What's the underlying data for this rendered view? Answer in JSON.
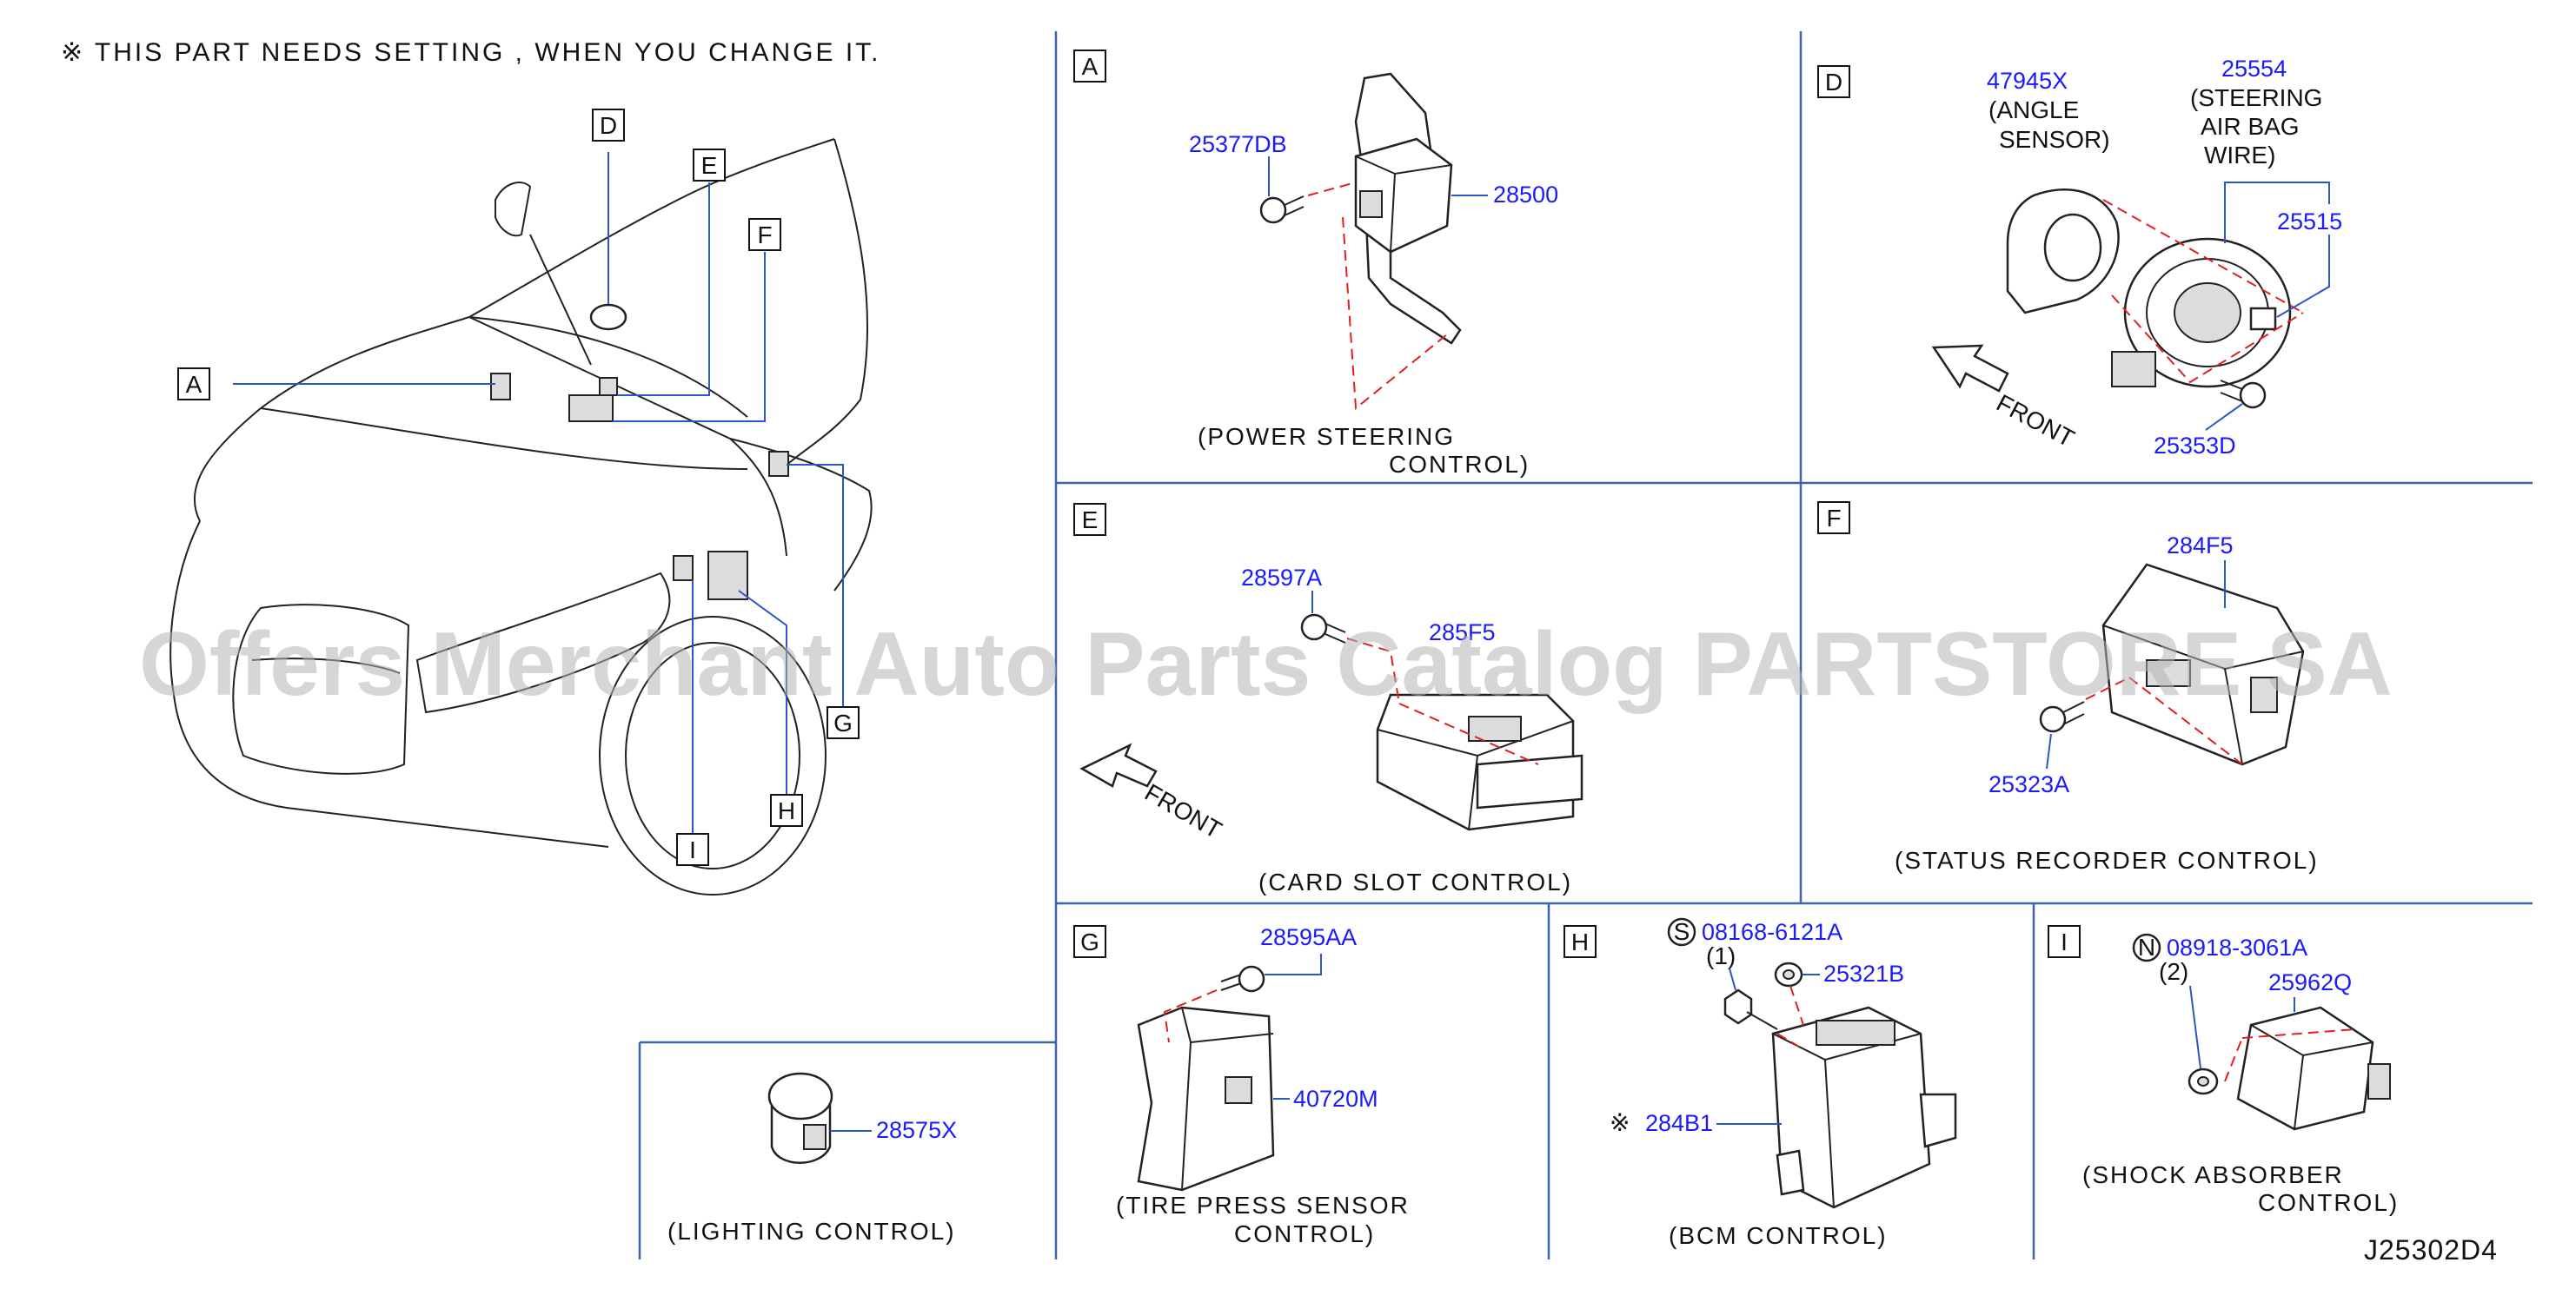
{
  "note": "※ THIS PART NEEDS SETTING , WHEN YOU CHANGE IT.",
  "watermark": "Offers Merchant Auto Parts Catalog PARTSTORE SA",
  "diagram_code": "J25302D4",
  "overview": {
    "callouts": [
      "A",
      "D",
      "E",
      "F",
      "G",
      "H",
      "I"
    ]
  },
  "panels": {
    "A": {
      "letter": "A",
      "parts": [
        "25377DB",
        "28500"
      ],
      "caption_l1": "(POWER   STEERING",
      "caption_l2": "CONTROL)"
    },
    "D": {
      "letter": "D",
      "p1": "47945X",
      "p1_l1": "(ANGLE",
      "p1_l2": "SENSOR)",
      "p2": "25554",
      "p2_l1": "(STEERING",
      "p2_l2": "AIR   BAG",
      "p2_l2b": "WIRE)",
      "p3": "25515",
      "p4": "25353D",
      "front": "FRONT"
    },
    "E": {
      "letter": "E",
      "parts": [
        "28597A",
        "285F5"
      ],
      "front": "FRONT",
      "caption": "(CARD   SLOT   CONTROL)"
    },
    "F": {
      "letter": "F",
      "parts": [
        "284F5",
        "25323A"
      ],
      "caption": "(STATUS   RECORDER   CONTROL)"
    },
    "G": {
      "letter": "G",
      "parts": [
        "28595AA",
        "40720M"
      ],
      "caption_l1": "(TIRE   PRESS   SENSOR",
      "caption_l2": "CONTROL)"
    },
    "H": {
      "letter": "H",
      "bolt_symbol": "S",
      "bolt": "08168-6121A",
      "bolt_qty": "(1)",
      "nut": "25321B",
      "star": "※",
      "unit": "284B1",
      "caption": "(BCM   CONTROL)"
    },
    "I": {
      "letter": "I",
      "nut_symbol": "N",
      "nut": "08918-3061A",
      "nut_qty": "(2)",
      "unit": "25962Q",
      "caption_l1": "(SHOCK   ABSORBER",
      "caption_l2": "CONTROL)"
    },
    "L": {
      "parts": [
        "28575X"
      ],
      "caption": "(LIGHTING   CONTROL)"
    }
  }
}
